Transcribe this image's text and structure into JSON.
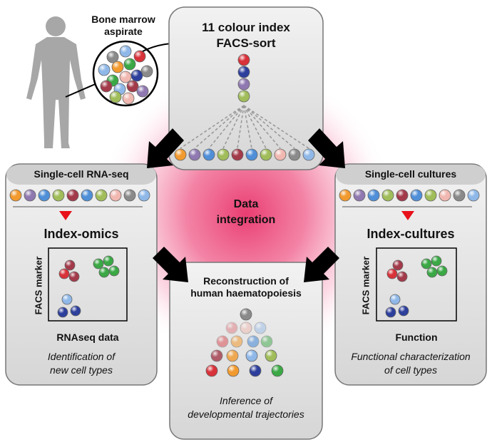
{
  "source": {
    "label_line1": "Bone marrow",
    "label_line2": "aspirate"
  },
  "sort_panel": {
    "title_line1": "11 colour index",
    "title_line2": "FACS-sort"
  },
  "left_panel": {
    "title": "Single-cell RNA-seq",
    "subtitle": "Index-omics",
    "y_axis": "FACS marker",
    "x_axis": "RNAseq data",
    "caption_line1": "Identification of",
    "caption_line2": "new cell types"
  },
  "right_panel": {
    "title": "Single-cell cultures",
    "subtitle": "Index-cultures",
    "y_axis": "FACS marker",
    "x_axis": "Function",
    "caption_line1": "Functional characterization",
    "caption_line2": "of cell types"
  },
  "center": {
    "label_line1": "Data",
    "label_line2": "integration"
  },
  "bottom_panel": {
    "title_line1": "Reconstruction of",
    "title_line2": "human haematopoiesis",
    "caption_line1": "Inference of",
    "caption_line2": "developmental trajectories"
  },
  "colors": {
    "red": "#d8323a",
    "orange": "#f29a2e",
    "blue": "#4f8fd8",
    "green": "#3aa845",
    "purple": "#8f79b0",
    "maroon": "#a33a4a",
    "olive": "#a0bd5a",
    "pink": "#f0b8b0",
    "grey": "#8a8a8a",
    "lightblue": "#8fb8e8",
    "navy": "#2d3f9c"
  }
}
